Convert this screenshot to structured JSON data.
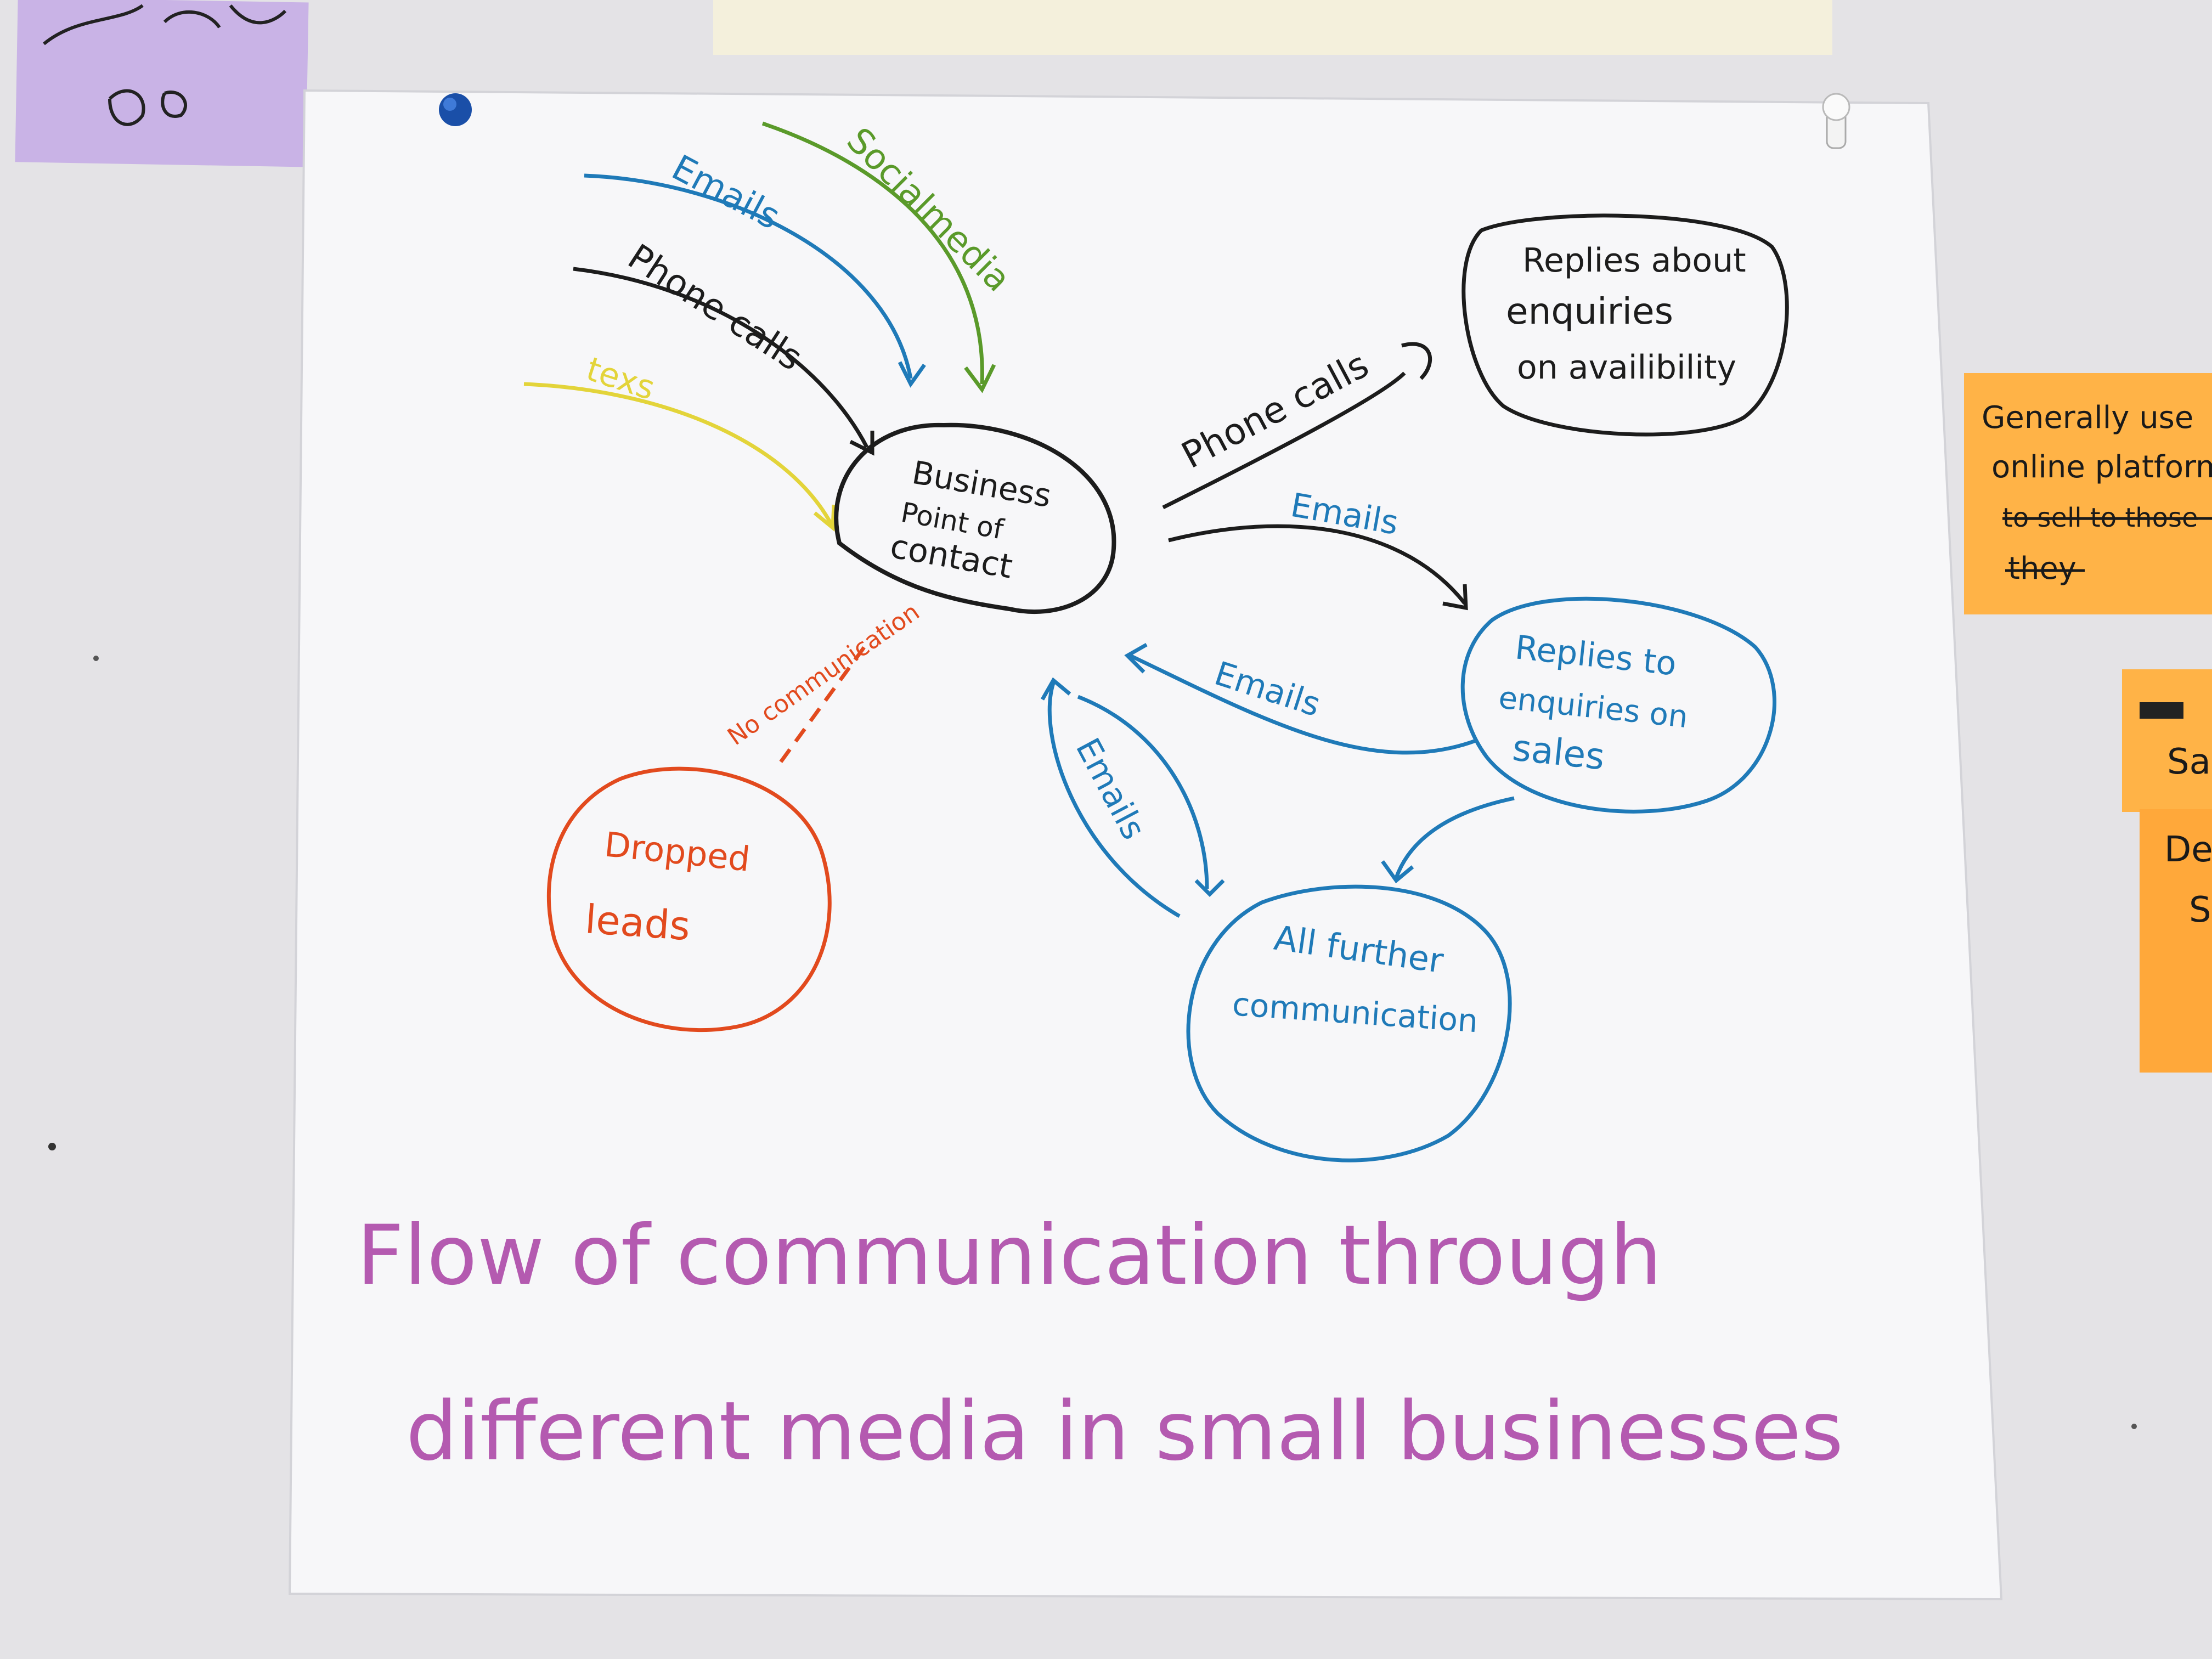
{
  "colors": {
    "wall": "#e4e3e6",
    "paper": "#f7f7f9",
    "black_ink": "#1c1c1c",
    "blue_ink": "#1f7ab8",
    "green_ink": "#5a9a2a",
    "yellow_ink": "#e3d43a",
    "red_ink": "#e24a1e",
    "title_ink": "#b45ab0",
    "orange_note": "#ffb347",
    "purple_note": "#c9b3e6"
  },
  "diagram": {
    "center_node": {
      "line1": "Business",
      "line2": "Point of",
      "line3": "contact"
    },
    "incoming": {
      "social": "Socialmedia",
      "emails": "Emails",
      "phone": "Phone calls",
      "texts": "texs"
    },
    "availability_node": {
      "line1": "Replies about",
      "line2": "enquiries",
      "line3": "on availibility"
    },
    "sales_node": {
      "line1": "Replies to",
      "line2": "enquiries on",
      "line3": "sales"
    },
    "further_node": {
      "line1": "All further",
      "line2": "communication"
    },
    "dropped_node": {
      "line1": "Dropped",
      "line2": "leads"
    },
    "edges": {
      "phone_out": "Phone calls",
      "emails_out": "Emails",
      "emails_back": "Emails",
      "emails_loop": "Emails",
      "no_comm": "No communication"
    },
    "title_line1": "Flow of communication through",
    "title_line2": "different media in small businesses"
  },
  "sticky_notes": {
    "orange_line1": "Generally use",
    "orange_line2": "online platform",
    "orange_line3": "to sell to those",
    "orange_line4": "they",
    "lower_a": "Sa",
    "lower_b": "De",
    "lower_c": "S"
  },
  "pins": {
    "left": "blue-pushpin-icon",
    "right": "white-pushpin-icon"
  }
}
